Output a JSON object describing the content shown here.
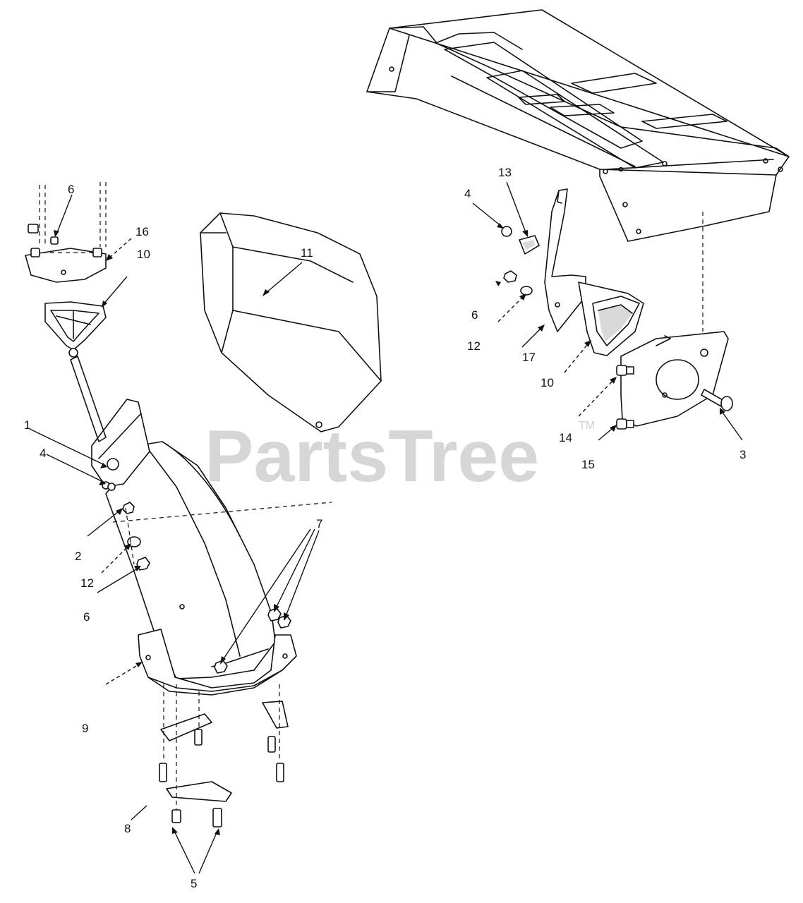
{
  "watermark": {
    "text": "PartsTree",
    "trademark": "TM"
  },
  "callouts": {
    "c1": "1",
    "c2": "2",
    "c3": "3",
    "c4_left": "4",
    "c4_right": "4",
    "c5": "5",
    "c6_top": "6",
    "c6_left": "6",
    "c6_right": "6",
    "c7": "7",
    "c8": "8",
    "c9": "9",
    "c10_left": "10",
    "c10_right": "10",
    "c11": "11",
    "c12_left": "12",
    "c12_right": "12",
    "c13": "13",
    "c14": "14",
    "c15": "15",
    "c16": "16",
    "c17": "17"
  }
}
